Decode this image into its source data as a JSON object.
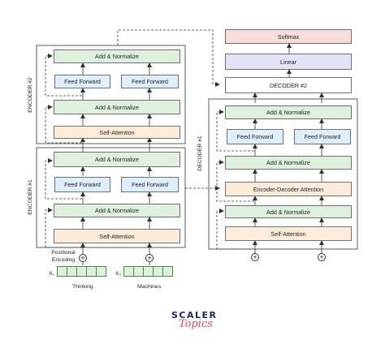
{
  "encoder2": {
    "label": "ENCODER #2",
    "add_norm_top": "Add & Normalize",
    "ffn_left": "Feed Forward",
    "ffn_right": "Feed Forward",
    "add_norm_bottom": "Add & Normalize",
    "self_attention": "Self-Attention"
  },
  "encoder1": {
    "label": "ENCODER #1",
    "add_norm_top": "Add & Normalize",
    "ffn_left": "Feed Forward",
    "ffn_right": "Feed Forward",
    "add_norm_bottom": "Add & Normalize",
    "self_attention": "Self-Attention"
  },
  "inputs": {
    "positional_encoding": "Positional\nEncoding",
    "x1": "X₁",
    "x2": "X₂",
    "word1": "Thinking",
    "word2": "Machines",
    "plus": "+"
  },
  "decoder_top": {
    "softmax": "Softmax",
    "linear": "Linear",
    "decoder2": "DECODER #2"
  },
  "decoder1": {
    "label": "DECODER #1",
    "add_norm_top": "Add & Normalize",
    "ffn_left": "Feed Forward",
    "ffn_right": "Feed Forward",
    "add_norm_mid": "Add & Normalize",
    "enc_dec_attention": "Encoder-Decoder Attention",
    "add_norm_bottom": "Add & Normalize",
    "self_attention": "Self-Attention"
  },
  "logo": {
    "line1": "SCALER",
    "line2": "Topics"
  },
  "colors": {
    "add_norm": "#dff1de",
    "feed_forward": "#dfeefb",
    "attention": "#fdecd9",
    "softmax": "#f7dcdc",
    "linear": "#e4e2f7",
    "logo_dark": "#1d2a55",
    "logo_accent": "#e0445f"
  }
}
